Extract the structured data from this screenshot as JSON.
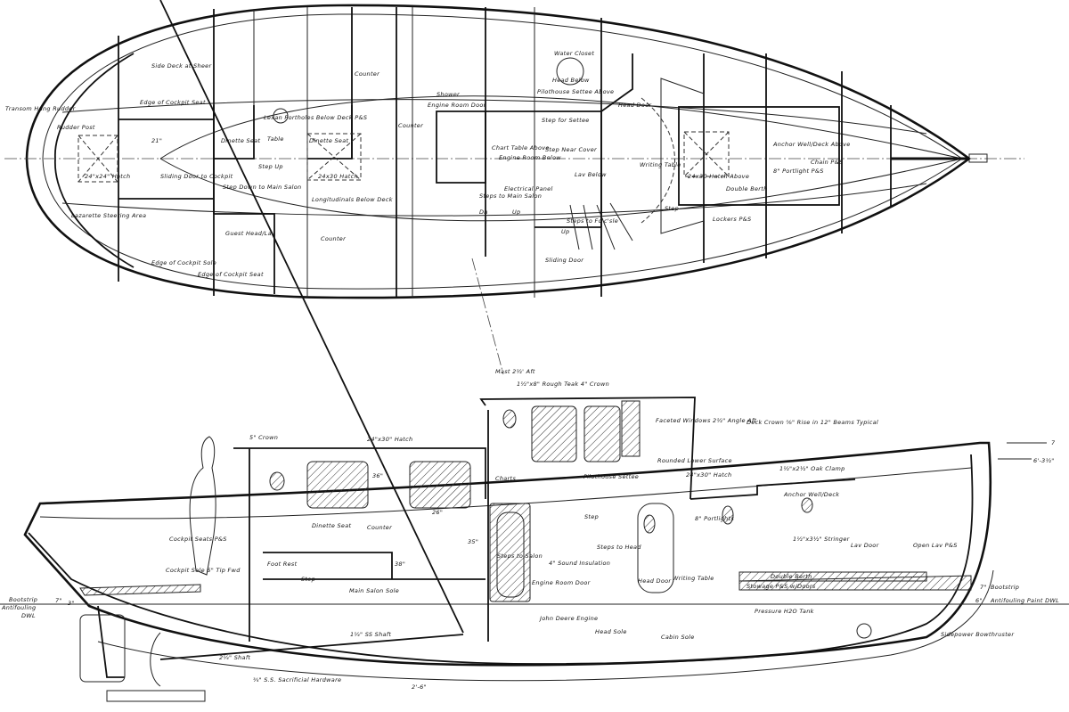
{
  "drawing": {
    "views": [
      "plan-accommodation",
      "inboard-profile"
    ],
    "plan_labels": [
      "Side Deck at Sheer",
      "Edge of Cockpit Seat",
      "Transom Hung Rudder",
      "Rudder Post",
      "24\"x24\" Hatch",
      "21\"",
      "Sliding Door to Cockpit",
      "Lazarette Steering Area",
      "Edge of Cockpit Sole",
      "Edge of Cockpit Seat",
      "Counter",
      "Counter",
      "Counter",
      "Lexan Portholes Below Deck P&S",
      "Dinette Seat",
      "Table",
      "Dinette Seat",
      "Step Up",
      "24x30 Hatch",
      "Step Down to Main Salon",
      "Longitudinals Below Deck",
      "Guest Head/Lav",
      "Shower",
      "Engine Room Door",
      "Water Closet",
      "Head Below",
      "Pilothouse Settee Above",
      "Step for Settee",
      "Head Door",
      "Chart Table Above",
      "Engine Room Below",
      "Step Near Cover",
      "Electrical Panel",
      "Steps to Main Salon",
      "Lav Below",
      "Steps to Fo'c'sle",
      "Up",
      "Sliding Door",
      "Writing Table",
      "24x30 Hatch Above",
      "Double Berth",
      "Lockers P&S",
      "Anchor Well/Deck Above",
      "Step",
      "Chain P&S",
      "8\" Portlight P&S",
      "Up",
      "Dn"
    ],
    "profile_labels": [
      "Mast 2½' Aft",
      "1½\"x8\" Rough Teak 4\" Crown",
      "Faceted Windows 2½\" Angle Aft",
      "Deck Crown ⅝\" Rise in 12\" Beams Typical",
      "Rounded Lower Surface",
      "24\"x30\" Hatch",
      "1½\"x2½\" Oak Clamp",
      "Anchor Well/Deck",
      "8\" Portlights",
      "1½\"x3½\" Stringer",
      "Lav Door",
      "Open Lav P&S",
      "Double Berth",
      "Stowage P&S w/Doors",
      "Pressure H2O Tank",
      "Bootstrip",
      "Antifouling Paint DWL",
      "Sidepower Bowthruster",
      "Head Door",
      "Writing Table",
      "Cabin Sole",
      "Head Sole",
      "Steps to Head",
      "4\" Sound Insulation",
      "Engine Room Door",
      "John Deere Engine",
      "Steps to Salon",
      "Charts",
      "Pilothouse Settee",
      "Step",
      "5\" Crown",
      "24\"x30\" Hatch",
      "Cockpit Seats P&S",
      "Cockpit Sole 6\" Tip Fwd",
      "Dinette Seat",
      "Counter",
      "Foot Rest",
      "Step",
      "Main Salon Sole",
      "Bootstrip",
      "Antifouling",
      "DWL",
      "1¼\" SS Shaft",
      "2¼\" Shaft",
      "¾\" S.S. Sacrificial Hardware",
      "2'-6\"",
      "7\"",
      "3\"",
      "7\"",
      "6\"",
      "7",
      "6'-3½\"",
      "36\"",
      "26\"",
      "35\"",
      "38\""
    ]
  }
}
